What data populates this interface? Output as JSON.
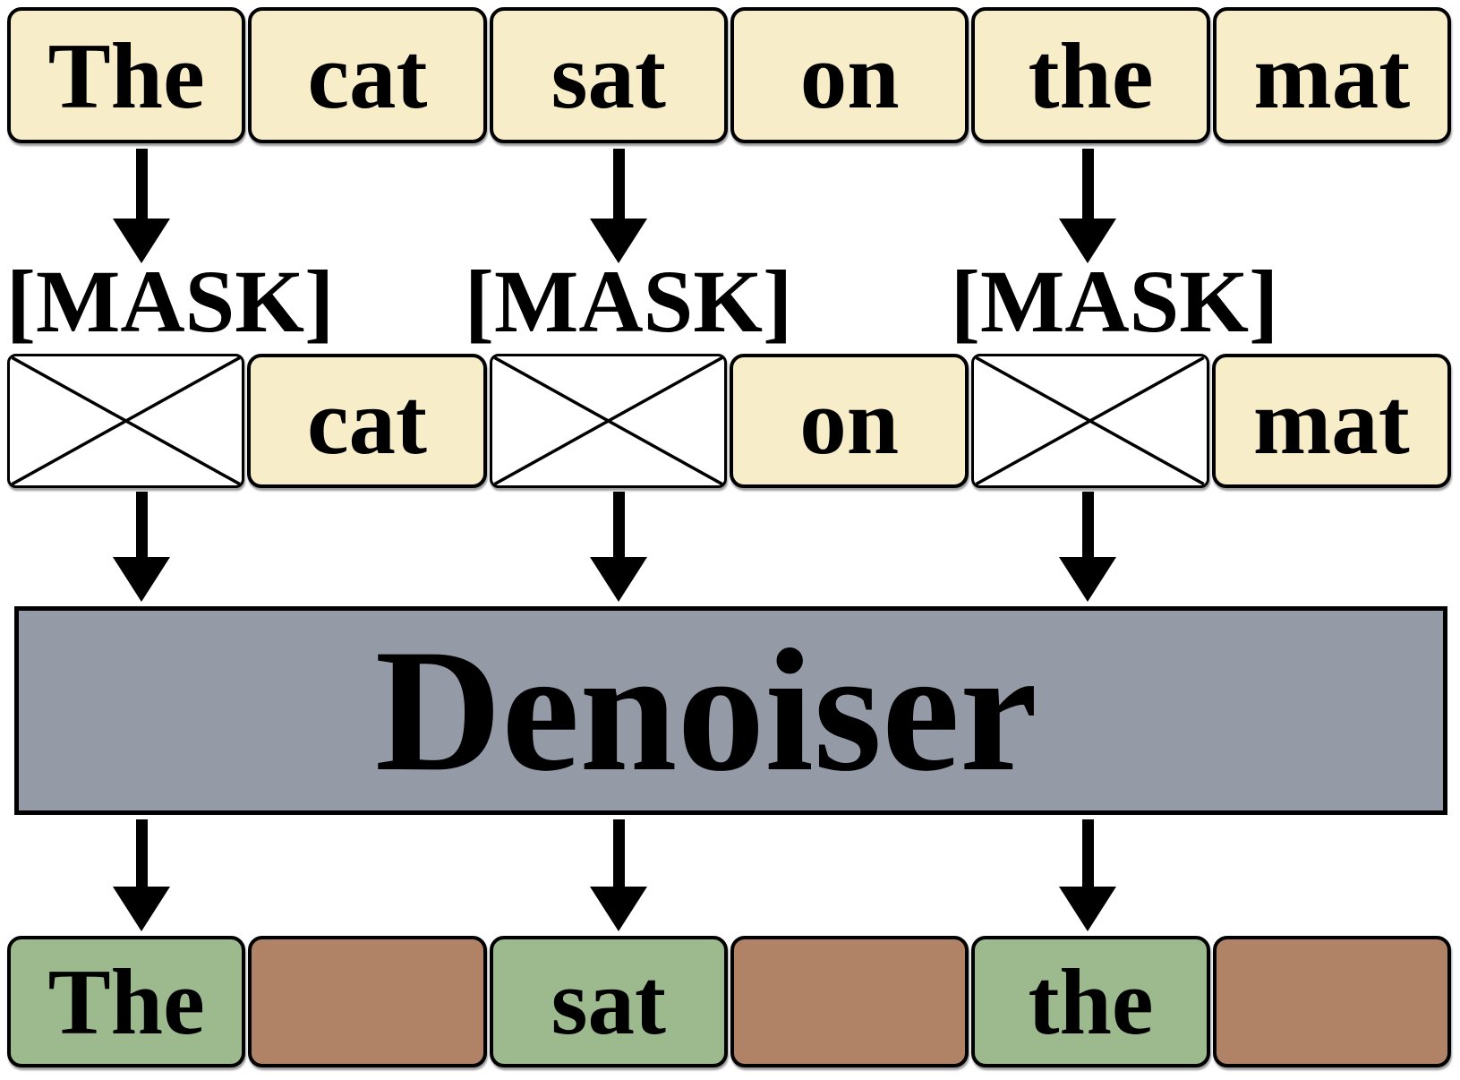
{
  "diagram": {
    "input_row": {
      "tokens": [
        "The",
        "cat",
        "sat",
        "on",
        "the",
        "mat"
      ]
    },
    "mask_labels": [
      "[MASK]",
      "[MASK]",
      "[MASK]"
    ],
    "noised_row": {
      "cells": [
        {
          "type": "masked",
          "text": ""
        },
        {
          "type": "token",
          "text": "cat"
        },
        {
          "type": "masked",
          "text": ""
        },
        {
          "type": "token",
          "text": "on"
        },
        {
          "type": "masked",
          "text": ""
        },
        {
          "type": "token",
          "text": "mat"
        }
      ]
    },
    "denoiser": {
      "label": "Denoiser"
    },
    "output_row": {
      "cells": [
        {
          "type": "predicted",
          "text": "The"
        },
        {
          "type": "unused",
          "text": ""
        },
        {
          "type": "predicted",
          "text": "sat"
        },
        {
          "type": "unused",
          "text": ""
        },
        {
          "type": "predicted",
          "text": "the"
        },
        {
          "type": "unused",
          "text": ""
        }
      ]
    }
  },
  "colors": {
    "token_fill": "#f7eec9",
    "masked_fill": "#ffffff",
    "predicted_fill": "#9cba8e",
    "unused_fill": "#b18366",
    "denoiser_fill": "#949ba7",
    "outline": "#000000",
    "arrow": "#000000"
  }
}
